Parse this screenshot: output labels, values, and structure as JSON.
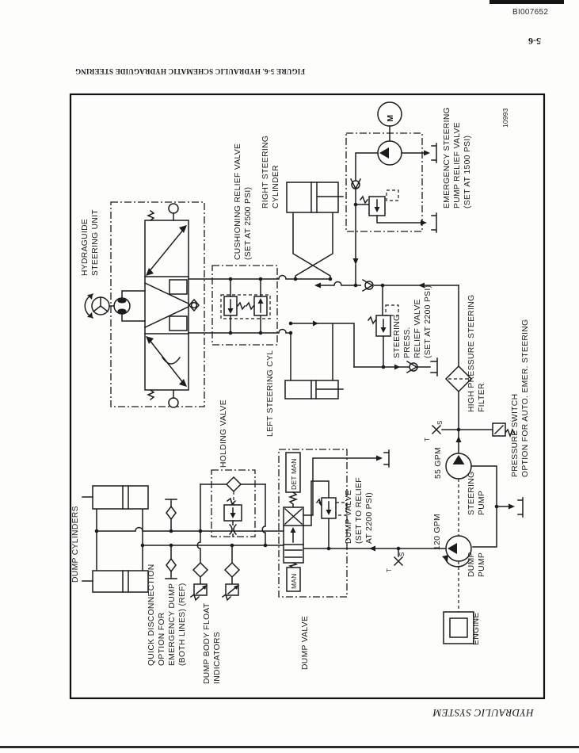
{
  "page": {
    "doc_number": "BI007652",
    "page_number": "5-6",
    "figure_caption": "FIGURE 5-6.  HYDRAULIC SCHEMATIC HYDRAGUIDE STEERING",
    "footer_title": "HYDRAULIC SYSTEM"
  },
  "diagram": {
    "drawing_number": "10993",
    "labels": {
      "hydraguide_unit": [
        "HYDRAGUIDE",
        "STEERING UNIT"
      ],
      "cushioning_valve": [
        "CUSHIONING RELIEF VALVE",
        "(SET AT 2500 PSI)"
      ],
      "right_cylinder": [
        "RIGHT STEERING",
        "CYLINDER"
      ],
      "left_cylinder": "LEFT STEERING CYL",
      "emergency_pump": [
        "EMERGENCY STEERING",
        "PUMP RELIEF VALVE",
        "(SET AT 1500 PSI)"
      ],
      "steering_relief": [
        "STEERING",
        "PRESS.",
        "RELIEF VALVE",
        "(SET AT 2200 PSI)"
      ],
      "hp_filter": [
        "HIGH PRESSURE STEERING",
        "FILTER"
      ],
      "pressure_switch": [
        "PRESSURE SWITCH",
        "OPTION FOR AUTO. EMER. STEERING"
      ],
      "steering_pump_flow": "55 GPM",
      "steering_pump": [
        "STEERING",
        "PUMP"
      ],
      "dump_pump_flow": "120 GPM",
      "dump_pump": [
        "DUMP",
        "PUMP"
      ],
      "engine": "ENGINE",
      "dump_cylinders": "DUMP CYLINDERS",
      "quick_disconnect": [
        "QUICK DISCONNECTION",
        "OPTION FOR",
        "EMERGENCY DUMP",
        "(BOTH LINES) (REF)"
      ],
      "float_indicators": [
        "DUMP BODY FLOAT",
        "INDICATORS"
      ],
      "holding_valve": "HOLDING VALVE",
      "dump_valve_relief": [
        "DUMP VALVE",
        "(SET TO RELIEF",
        "AT 2200 PSI)"
      ],
      "dump_valve": "DUMP VALVE",
      "motor": "M",
      "detent_full": "DET MAN",
      "detent_man": "MAN",
      "test_port_t": "T",
      "test_port_s": "S"
    }
  }
}
